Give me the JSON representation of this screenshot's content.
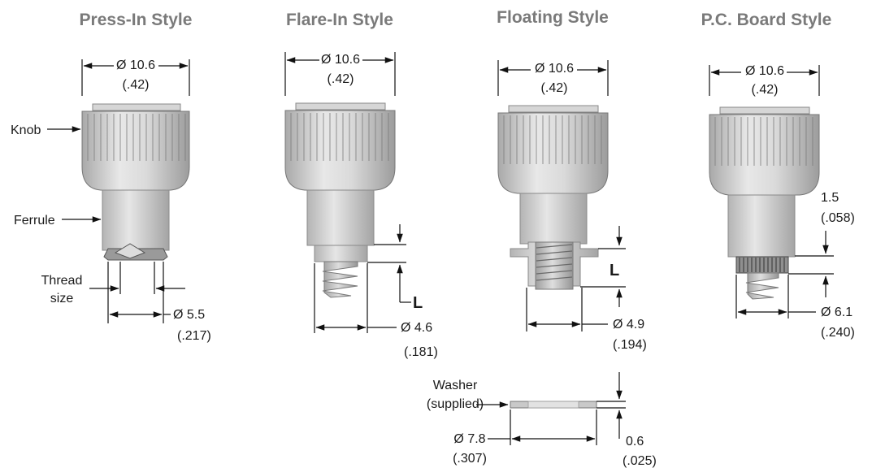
{
  "styles": [
    {
      "title": "Press-In Style",
      "head_dia": "Ø 10.6",
      "head_dia_in": "(.42)",
      "label_knob": "Knob",
      "label_ferrule": "Ferrule",
      "label_thread_1": "Thread",
      "label_thread_2": "size",
      "mount_dia": "Ø 5.5",
      "mount_dia_in": "(.217)"
    },
    {
      "title": "Flare-In Style",
      "head_dia": "Ø 10.6",
      "head_dia_in": "(.42)",
      "length_label": "L",
      "mount_dia": "Ø 4.6",
      "mount_dia_in": "(.181)"
    },
    {
      "title": "Floating Style",
      "head_dia": "Ø 10.6",
      "head_dia_in": "(.42)",
      "length_label": "L",
      "mount_dia": "Ø 4.9",
      "mount_dia_in": "(.194)"
    },
    {
      "title": "P.C. Board Style",
      "head_dia": "Ø 10.6",
      "head_dia_in": "(.42)",
      "height": "1.5",
      "height_in": "(.058)",
      "mount_dia": "Ø 6.1",
      "mount_dia_in": "(.240)"
    }
  ],
  "washer": {
    "label_1": "Washer",
    "label_2": "(supplied)",
    "dia": "Ø 7.8",
    "dia_in": "(.307)",
    "thickness": "0.6",
    "thickness_in": "(.025)"
  },
  "colors": {
    "title": "#7a7a7a",
    "line": "#111111",
    "part_light": "#e4e4e4",
    "part_dark": "#a8a8a8"
  }
}
